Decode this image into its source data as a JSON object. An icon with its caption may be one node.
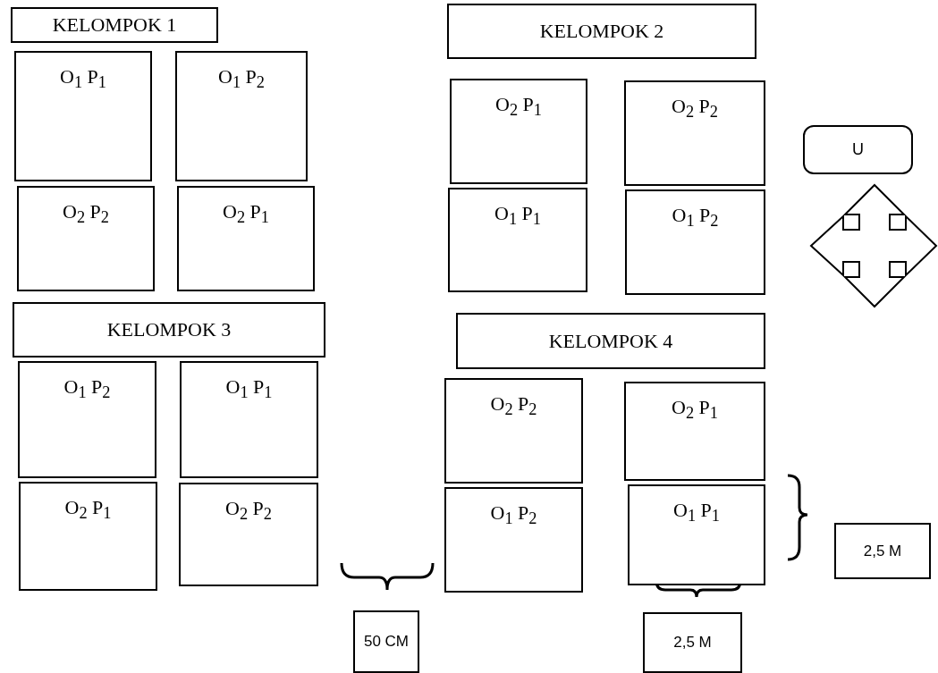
{
  "diagram": {
    "nodes": [
      {
        "text": [
          "KELOMPOK 1"
        ]
      },
      {
        "text": [
          "O$_{1}$ P$_{1}$"
        ]
      },
      {
        "text": [
          "O$_{1}$ P$_{2}$"
        ]
      },
      {
        "text": [
          "O$_{2}$ P$_{2}$"
        ]
      },
      {
        "text": [
          "O$_{2}$ P$_{1}$"
        ]
      },
      {
        "text": [
          "KELOMPOK 2"
        ]
      },
      {
        "text": [
          "O$_{2}$ P$_{1}$"
        ]
      },
      {
        "text": [
          "O$_{2}$ P$_{2}$"
        ]
      },
      {
        "text": [
          "O$_{1}$ P$_{1}$"
        ]
      },
      {
        "text": [
          "O$_{1}$ P$_{2}$"
        ]
      },
      {
        "text": [
          "U"
        ]
      },
      {
        "text": [
          "KELOMPOK 3"
        ]
      },
      {
        "text": [
          "O$_{1}$ P$_{2}$"
        ]
      },
      {
        "text": [
          "O$_{1}$ P$_{1}$"
        ]
      },
      {
        "text": [
          "O$_{2}$ P$_{1}$"
        ]
      },
      {
        "text": [
          "O$_{2}$ P$_{2}$"
        ]
      },
      {
        "text": [
          "KELOMPOK 4"
        ]
      },
      {
        "text": [
          "O$_{2}$ P$_{2}$"
        ]
      },
      {
        "text": [
          "O$_{2}$ P$_{1}$"
        ]
      },
      {
        "text": [
          "O$_{1}$ P$_{2}$"
        ]
      },
      {
        "text": [
          "O$_{1}$ P$_{1}$"
        ]
      },
      {
        "text": [
          "50 CM"
        ]
      },
      {
        "text": [
          "2,5 M"
        ]
      },
      {
        "text": [
          "2,5 M"
        ]
      }
    ],
    "edges": []
  }
}
